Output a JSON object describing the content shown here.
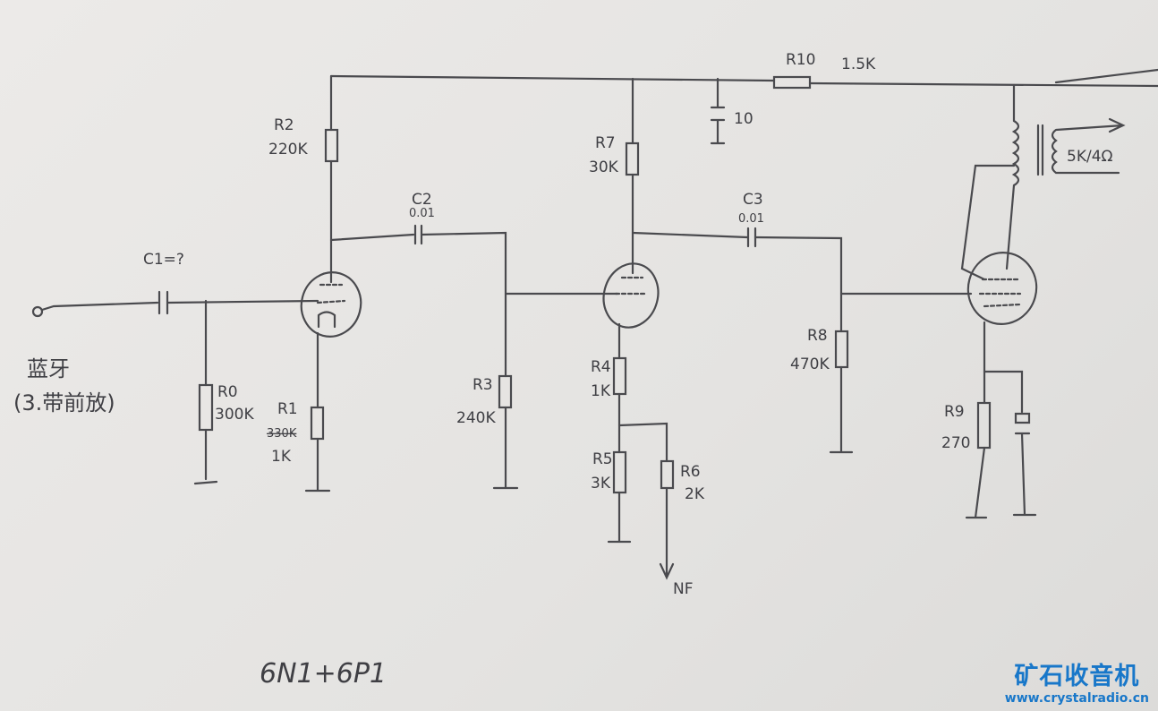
{
  "title": "6N1+6P1",
  "input": {
    "label": "蓝牙",
    "sub": "(3.带前放)"
  },
  "components": {
    "C1": {
      "name": "C1=?"
    },
    "C2": {
      "name": "C2",
      "value": "0.01"
    },
    "C3": {
      "name": "C3",
      "value": "0.01"
    },
    "C10": {
      "value": "10"
    },
    "R0": {
      "name": "R0",
      "value": "300K"
    },
    "R1": {
      "name": "R1",
      "struck": "330K",
      "value": "1K"
    },
    "R2": {
      "name": "R2",
      "value": "220K"
    },
    "R3": {
      "name": "R3",
      "value": "240K"
    },
    "R4": {
      "name": "R4",
      "value": "1K"
    },
    "R5": {
      "name": "R5",
      "value": "3K"
    },
    "R6": {
      "name": "R6",
      "value": "2K"
    },
    "R7": {
      "name": "R7",
      "value": "30K"
    },
    "R8": {
      "name": "R8",
      "value": "470K"
    },
    "R9": {
      "name": "R9",
      "value": "270"
    },
    "R10": {
      "name": "R10",
      "value": "1.5K"
    }
  },
  "nf_label": "NF",
  "transformer_label": "5K/4Ω",
  "watermark": {
    "title": "矿石收音机",
    "url": "www.crystalradio.cn"
  }
}
